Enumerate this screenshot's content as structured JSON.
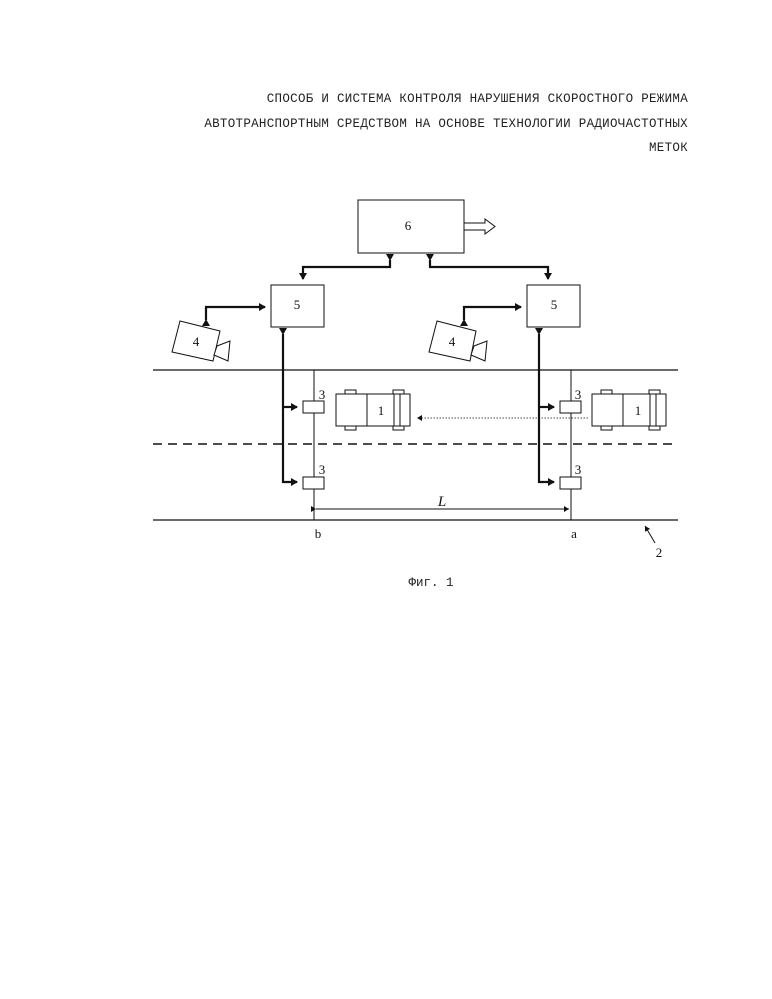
{
  "document": {
    "title_lines": [
      "СПОСОБ И СИСТЕМА КОНТРОЛЯ НАРУШЕНИЯ СКОРОСТНОГО РЕЖИМА",
      "АВТОТРАНСПОРТНЫМ СРЕДСТВОМ НА ОСНОВЕ ТЕХНОЛОГИИ РАДИОЧАСТОТНЫХ",
      "МЕТОК"
    ],
    "caption": "Фиг. 1"
  },
  "diagram": {
    "server_label": "6",
    "controller_labels": [
      "5",
      "5"
    ],
    "camera_labels": [
      "4",
      "4"
    ],
    "reader_labels": [
      "3",
      "3",
      "3",
      "3"
    ],
    "vehicle_labels": [
      "1",
      "1"
    ],
    "distance_label": "L",
    "point_labels": [
      "b",
      "a"
    ],
    "road_label": "2"
  }
}
